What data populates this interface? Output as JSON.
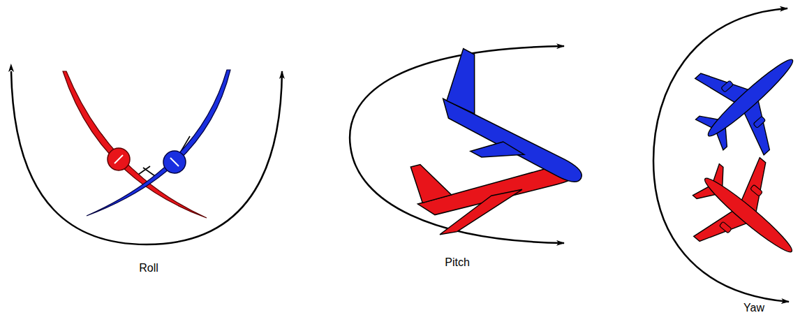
{
  "diagram": {
    "labels": [
      "Roll",
      "Pitch",
      "Yaw"
    ]
  }
}
